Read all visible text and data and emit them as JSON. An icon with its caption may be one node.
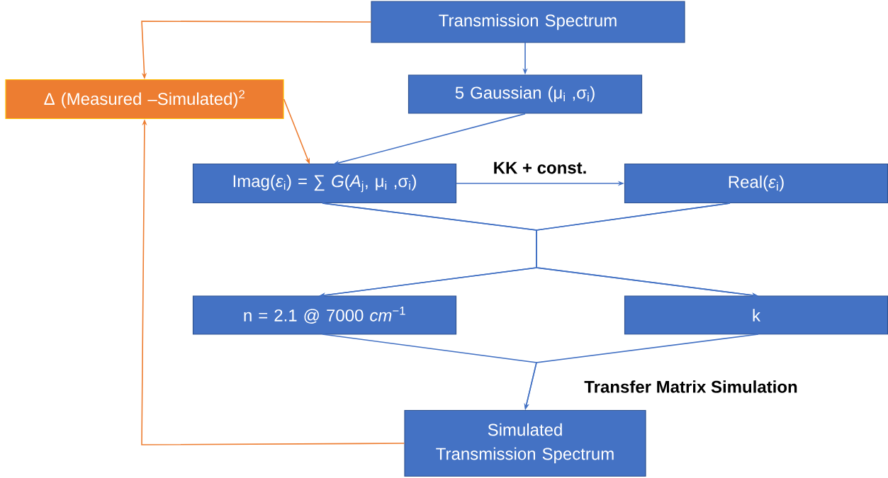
{
  "diagram": {
    "nodes": [
      {
        "text": [
          "Transmission Spectrum"
        ]
      },
      {
        "text": [
          "5 Gaussian (μ$_{i}$ ,σ$_{i}$)"
        ]
      },
      {
        "text": [
          "Δ (Measured –Simulated)$^{2}$"
        ]
      },
      {
        "text": [
          "Imag(*ε*$_{i}$) = ∑ *G*(*A*$_{j}$, μ$_{i}$ ,σ$_{i}$)"
        ]
      },
      {
        "text": [
          "Real(*ε*$_{i}$)"
        ]
      },
      {
        "text": [
          "n = 2.1 @ 7000 *cm*$^{−1}$"
        ]
      },
      {
        "text": [
          "k"
        ]
      },
      {
        "text": [
          "Simulated Transmission Spectrum"
        ]
      }
    ],
    "edges": [
      {
        "from": 0,
        "to": 2,
        "arrow": "to",
        "color": "#ed7d31"
      },
      {
        "from": 0,
        "to": 1,
        "arrow": "to"
      },
      {
        "from": 1,
        "to": 3,
        "arrow": "to"
      },
      {
        "from": 2,
        "to": 3,
        "arrow": "to",
        "color": "#ed7d31"
      },
      {
        "from": 3,
        "to": 4,
        "arrow": "to",
        "label": "KK + const."
      },
      {
        "from": 3,
        "to": 5,
        "arrow": "to"
      },
      {
        "from": 3,
        "to": 6,
        "arrow": "to"
      },
      {
        "from": 4,
        "to": 5,
        "arrow": "to"
      },
      {
        "from": 4,
        "to": 6,
        "arrow": "to"
      },
      {
        "from": 5,
        "to": 7,
        "arrow": "to",
        "label": "Transfer Matrix Simulation"
      },
      {
        "from": 6,
        "to": 7,
        "arrow": "to"
      },
      {
        "from": 7,
        "to": 2,
        "arrow": "to",
        "color": "#ed7d31"
      }
    ]
  }
}
